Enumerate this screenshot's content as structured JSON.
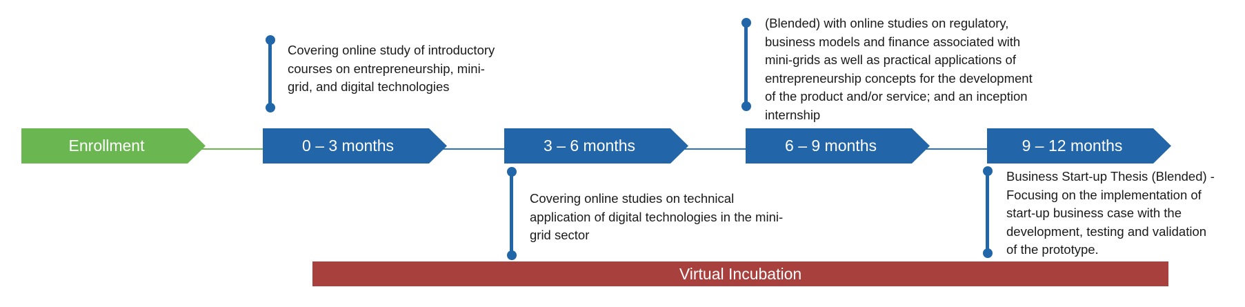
{
  "colors": {
    "enrollment": "#6ab651",
    "stage": "#2266a9",
    "connector": "#2b73b8",
    "pin": "#2066a8",
    "incubation": "#a8403e"
  },
  "enrollment": {
    "label": "Enrollment"
  },
  "stages": [
    {
      "label": "0 – 3 months"
    },
    {
      "label": "3 – 6 months"
    },
    {
      "label": "6 – 9 months"
    },
    {
      "label": "9 – 12 months"
    }
  ],
  "notes": [
    {
      "lines": [
        "Covering online study of introductory",
        "courses on entrepreneurship, mini-",
        "grid, and digital technologies"
      ]
    },
    {
      "lines": [
        "Covering online studies on technical",
        "application of digital technologies in the mini-",
        "grid sector"
      ]
    },
    {
      "lines": [
        "(Blended) with online studies on regulatory,",
        "business models and finance associated with",
        "mini-grids as well as practical applications of",
        "entrepreneurship concepts for the development",
        "of the product and/or service; and an inception",
        "internship"
      ]
    },
    {
      "lines": [
        "Business Start-up Thesis (Blended) -",
        "Focusing on the implementation of",
        "start-up business case with the",
        "development, testing and validation",
        "of the prototype."
      ]
    }
  ],
  "incubation": {
    "label": "Virtual Incubation"
  }
}
